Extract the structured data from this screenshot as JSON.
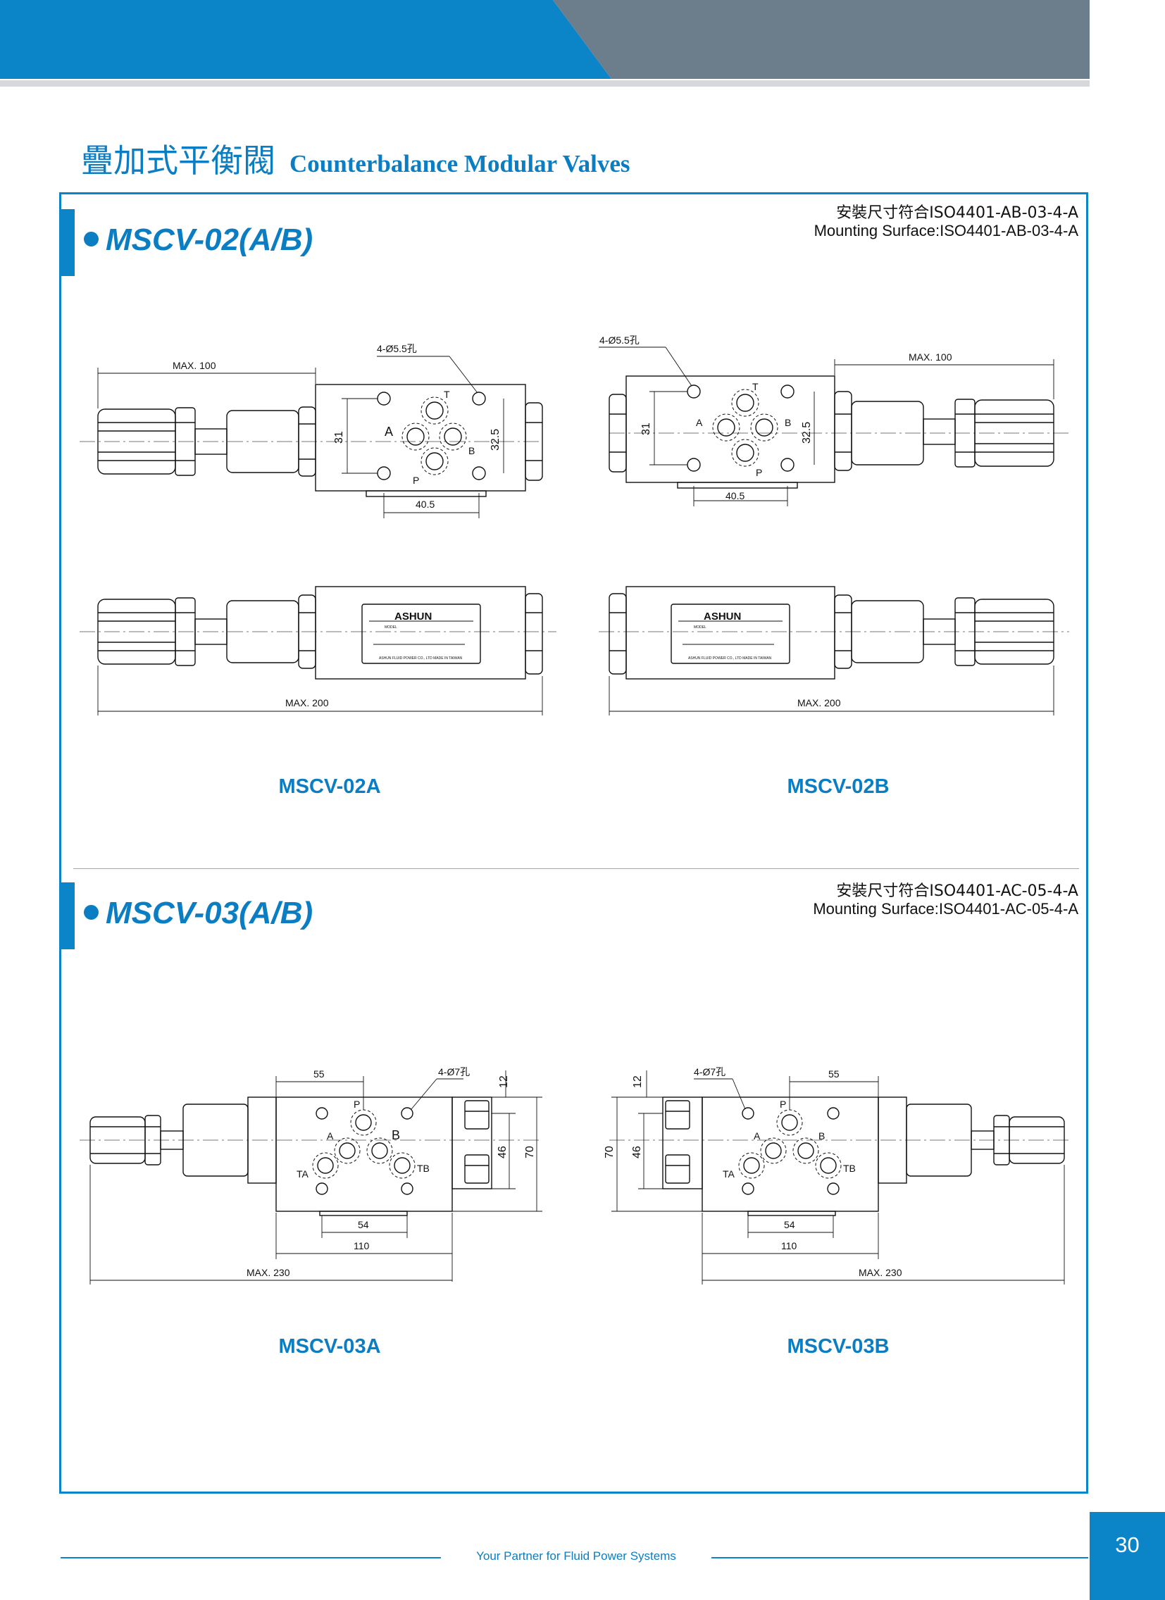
{
  "header": {
    "title_zh": "疊加式平衡閥",
    "title_en": "Counterbalance Modular Valves",
    "banner_colors": {
      "blue": "#0b84c8",
      "slate": "#6c7d8c",
      "rule": "#d6d8db"
    }
  },
  "sections": [
    {
      "title": "MSCV-02(A/B)",
      "mounting_zh": "安裝尺寸符合ISO4401-AB-03-4-A",
      "mounting_en": "Mounting Surface:ISO4401-AB-03-4-A",
      "models": [
        {
          "label": "MSCV-02A",
          "dims": {
            "max_len": "MAX. 100",
            "holes": "4-Ø5.5孔",
            "v31": "31",
            "v325": "32.5",
            "h405": "40.5",
            "max_total": "MAX. 200"
          },
          "ports": {
            "T": "T",
            "A": "A",
            "B": "B",
            "P": "P"
          },
          "nameplate": {
            "brand": "ASHUN",
            "model": "MODEL",
            "maker": "ASHUN FLUID POWER CO., LTD MADE IN TAIWAN"
          }
        },
        {
          "label": "MSCV-02B",
          "dims": {
            "max_len": "MAX. 100",
            "holes": "4-Ø5.5孔",
            "v31": "31",
            "v325": "32.5",
            "h405": "40.5",
            "max_total": "MAX. 200"
          },
          "ports": {
            "T": "T",
            "A": "A",
            "B": "B",
            "P": "P"
          },
          "nameplate": {
            "brand": "ASHUN",
            "model": "MODEL",
            "maker": "ASHUN FLUID POWER CO., LTD MADE IN TAIWAN"
          }
        }
      ]
    },
    {
      "title": "MSCV-03(A/B)",
      "mounting_zh": "安裝尺寸符合ISO4401-AC-05-4-A",
      "mounting_en": "Mounting Surface:ISO4401-AC-05-4-A",
      "models": [
        {
          "label": "MSCV-03A",
          "dims": {
            "d55": "55",
            "holes": "4-Ø7孔",
            "d12": "12",
            "d46": "46",
            "d70": "70",
            "d54": "54",
            "d110": "110",
            "max_total": "MAX. 230"
          },
          "ports": {
            "P": "P",
            "A": "A",
            "B": "B",
            "TA": "TA",
            "TB": "TB"
          }
        },
        {
          "label": "MSCV-03B",
          "dims": {
            "d55": "55",
            "holes": "4-Ø7孔",
            "d12": "12",
            "d46": "46",
            "d70": "70",
            "d54": "54",
            "d110": "110",
            "max_total": "MAX. 230"
          },
          "ports": {
            "P": "P",
            "A": "A",
            "B": "B",
            "TA": "TA",
            "TB": "TB"
          }
        }
      ]
    }
  ],
  "footer": {
    "tagline": "Your Partner for Fluid Power Systems",
    "page_number": "30"
  }
}
